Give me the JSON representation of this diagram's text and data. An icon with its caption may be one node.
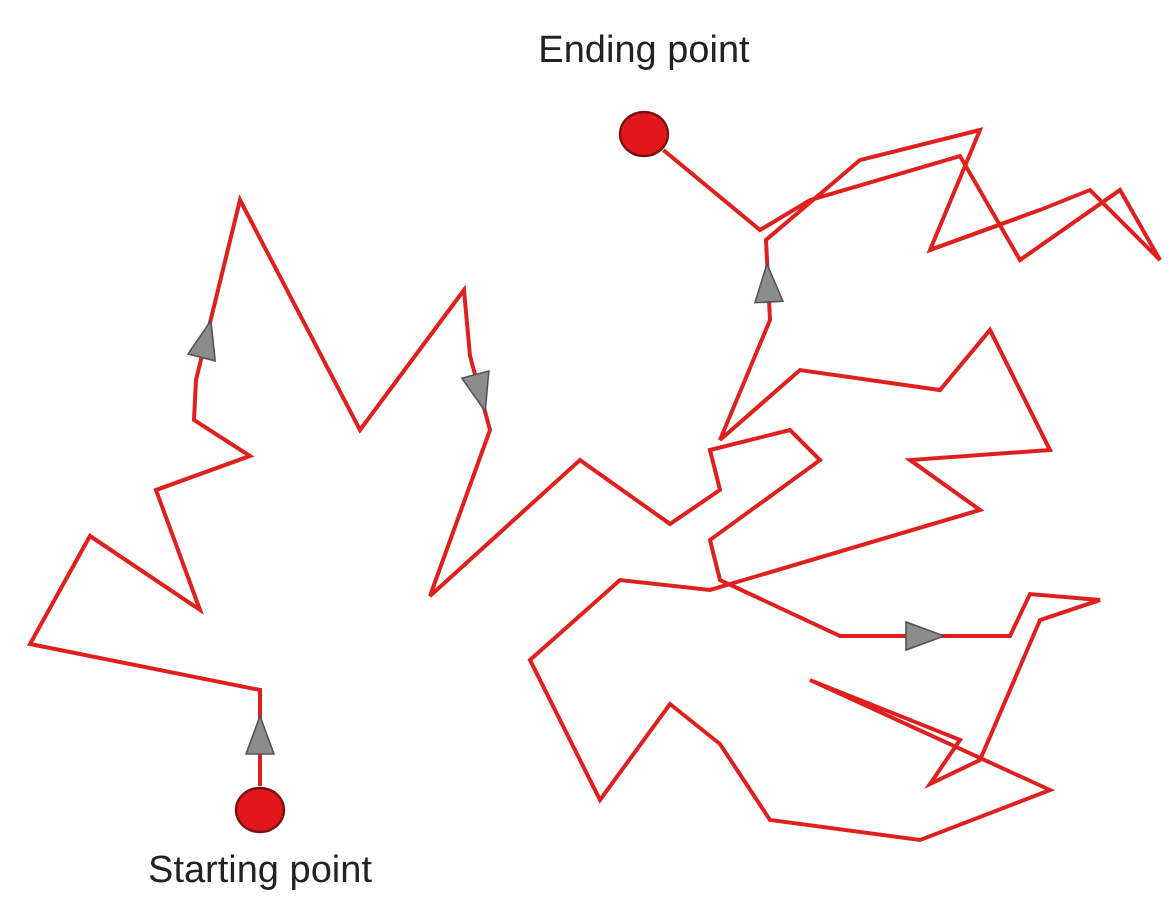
{
  "diagram": {
    "nodes": [
      {
        "text": [],
        "shape": "circle",
        "beside": [
          "Starting point"
        ]
      },
      {
        "text": [],
        "shape": "circle",
        "beside": [
          "Ending point"
        ]
      }
    ],
    "edges": [
      {
        "from": 0,
        "to": 1,
        "arrow": "to"
      }
    ]
  }
}
